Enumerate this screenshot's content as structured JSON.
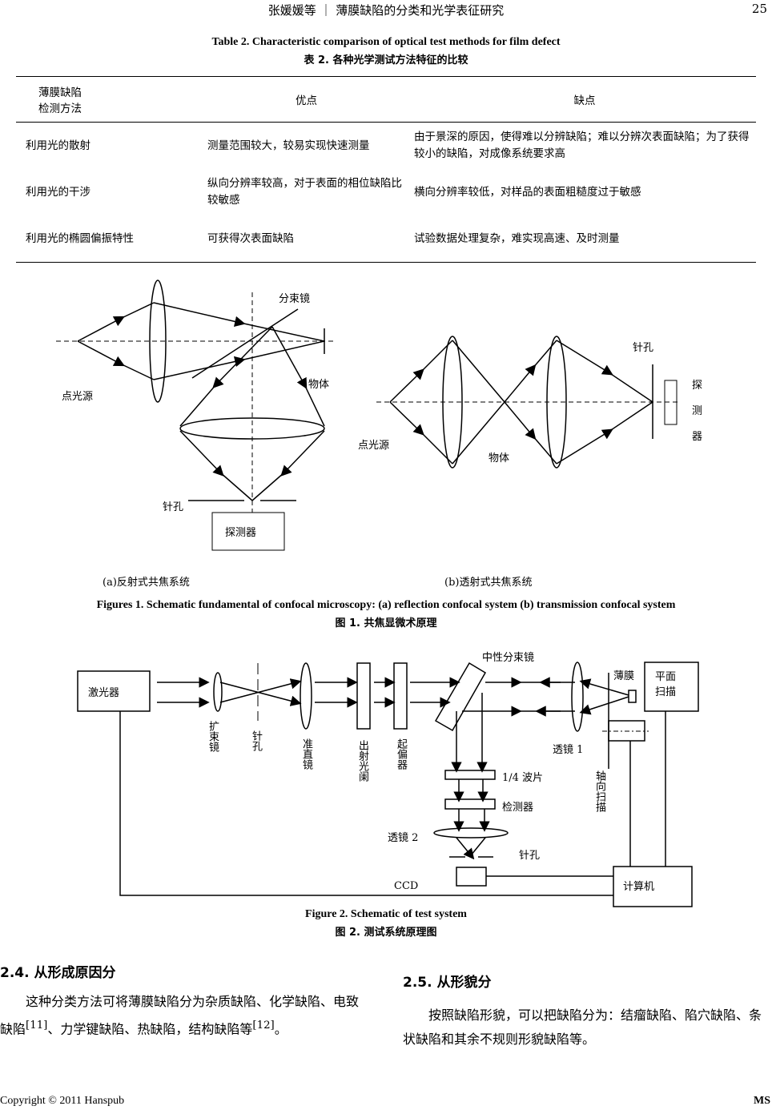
{
  "header": {
    "running_title": "张媛媛等 ｜ 薄膜缺陷的分类和光学表征研究",
    "page_number": "25"
  },
  "table": {
    "caption_en": "Table 2. Characteristic comparison of optical test methods for film defect",
    "caption_zh": "表 2. 各种光学测试方法特征的比较",
    "headers": [
      "薄膜缺陷检测方法",
      "优点",
      "缺点"
    ],
    "rows": [
      [
        "利用光的散射",
        "测量范围较大，较易实现快速测量",
        "由于景深的原因，使得难以分辨缺陷；难以分辨次表面缺陷；为了获得较小的缺陷，对成像系统要求高"
      ],
      [
        "利用光的干涉",
        "纵向分辨率较高，对于表面的相位缺陷比较敏感",
        "横向分辨率较低，对样品的表面粗糙度过于敏感"
      ],
      [
        "利用光的椭圆偏振特性",
        "可获得次表面缺陷",
        "试验数据处理复杂，难实现高速、及时测量"
      ]
    ]
  },
  "figure1": {
    "a": {
      "beam_splitter": "分束镜",
      "object": "物体",
      "point_source": "点光源",
      "pinhole": "针孔",
      "detector": "探测器",
      "caption": "(a)反射式共焦系统"
    },
    "b": {
      "pinhole": "针孔",
      "detector": "探测器",
      "point_source": "点光源",
      "object": "物体",
      "caption": "(b)透射式共焦系统"
    },
    "caption_en": "Figures 1. Schematic fundamental of confocal microscopy: (a) reflection confocal system (b) transmission confocal system",
    "caption_zh": "图 1.  共焦显微术原理"
  },
  "figure2": {
    "laser": "激光器",
    "beam_expander": "扩束镜",
    "pinhole1": "针孔",
    "collimator": "准直镜",
    "exit_aperture": "出射光阑",
    "polarizer": "起偏器",
    "neutral_splitter": "中性分束镜",
    "lens1": "透镜 1",
    "film": "薄膜",
    "plane_scan": "平面扫描",
    "axial_scan": "轴向扫描",
    "quarter_wave": "1/4 波片",
    "analyzer": "检测器",
    "lens2": "透镜 2",
    "pinhole2": "针孔",
    "ccd": "CCD",
    "computer": "计算机",
    "caption_en": "Figure 2. Schematic of test system",
    "caption_zh": "图 2.  测试系统原理图"
  },
  "sections": [
    {
      "heading": "2.4.  从形成原因分",
      "text": "这种分类方法可将薄膜缺陷分为杂质缺陷、化学缺陷、电致缺陷",
      "ref1": "[11]",
      "text2": "、力学键缺陷、热缺陷，结构缺陷等",
      "ref2": "[12]",
      "text3": "。"
    },
    {
      "heading": "2.5.  从形貌分",
      "text": "按照缺陷形貌，可以把缺陷分为：结瘤缺陷、陷穴缺陷、条状缺陷和其余不规则形貌缺陷等。"
    }
  ],
  "footer": {
    "copyright": "Copyright © 2011 Hanspub",
    "journal": "MS"
  }
}
